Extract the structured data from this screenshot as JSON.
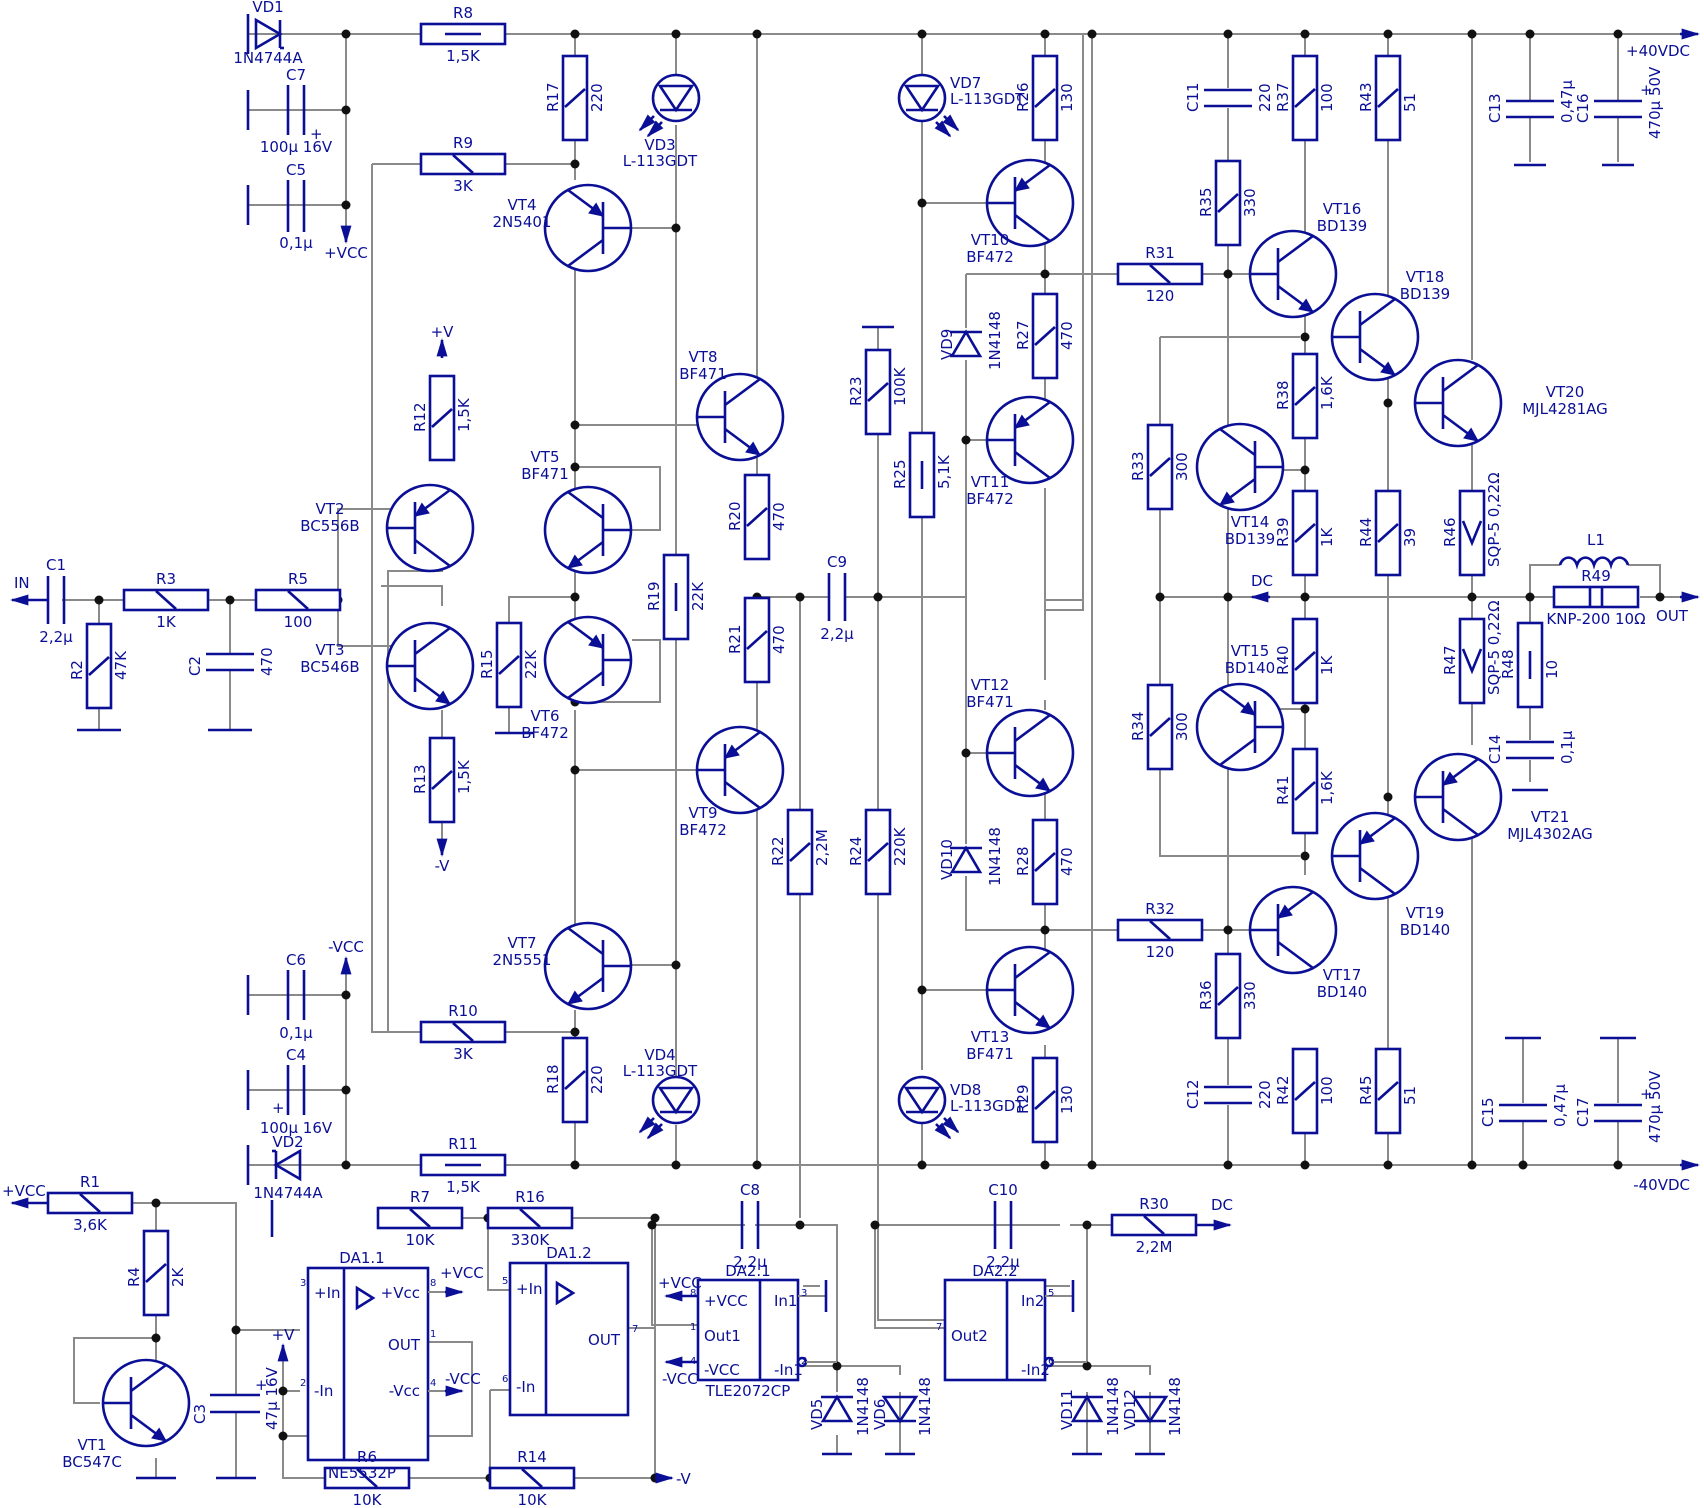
{
  "title": "Power amplifier schematic",
  "rails": {
    "pos_out": "+40VDC",
    "neg_out": "-40VDC",
    "in": "IN",
    "out": "OUT",
    "dc": "DC",
    "dc2": "DC",
    "vcc_pos": "+VCC",
    "vcc_neg": "-VCC",
    "v_pos": "+V",
    "v_neg": "-V",
    "vcc_pos_r1": "+VCC",
    "v_pos_c3": "+V",
    "v_neg_out": "-V",
    "vcc_pos_da11": "+VCC",
    "vcc_neg_da11": "-VCC",
    "vcc_pos_da21": "+VCC",
    "vcc_neg_da21": "-VCC"
  },
  "resistors": {
    "R1": {
      "ref": "R1",
      "val": "3,6K"
    },
    "R2": {
      "ref": "R2",
      "val": "47K"
    },
    "R3": {
      "ref": "R3",
      "val": "1K"
    },
    "R4": {
      "ref": "R4",
      "val": "2K"
    },
    "R5": {
      "ref": "R5",
      "val": "100"
    },
    "R6": {
      "ref": "R6",
      "val": "10K"
    },
    "R7": {
      "ref": "R7",
      "val": "10K"
    },
    "R8": {
      "ref": "R8",
      "val": "1,5K"
    },
    "R9": {
      "ref": "R9",
      "val": "3K"
    },
    "R10": {
      "ref": "R10",
      "val": "3K"
    },
    "R11": {
      "ref": "R11",
      "val": "1,5K"
    },
    "R12": {
      "ref": "R12",
      "val": "1,5K"
    },
    "R13": {
      "ref": "R13",
      "val": "1,5K"
    },
    "R14": {
      "ref": "R14",
      "val": "10K"
    },
    "R15": {
      "ref": "R15",
      "val": "22K"
    },
    "R16": {
      "ref": "R16",
      "val": "330K"
    },
    "R17": {
      "ref": "R17",
      "val": "220"
    },
    "R18": {
      "ref": "R18",
      "val": "220"
    },
    "R19": {
      "ref": "R19",
      "val": "22K"
    },
    "R20": {
      "ref": "R20",
      "val": "470"
    },
    "R21": {
      "ref": "R21",
      "val": "470"
    },
    "R22": {
      "ref": "R22",
      "val": "2,2M"
    },
    "R23": {
      "ref": "R23",
      "val": "100K"
    },
    "R24": {
      "ref": "R24",
      "val": "220K"
    },
    "R25": {
      "ref": "R25",
      "val": "5,1K"
    },
    "R26": {
      "ref": "R26",
      "val": "130"
    },
    "R27": {
      "ref": "R27",
      "val": "470"
    },
    "R28": {
      "ref": "R28",
      "val": "470"
    },
    "R29": {
      "ref": "R29",
      "val": "130"
    },
    "R30": {
      "ref": "R30",
      "val": "2,2M"
    },
    "R31": {
      "ref": "R31",
      "val": "120"
    },
    "R32": {
      "ref": "R32",
      "val": "120"
    },
    "R33": {
      "ref": "R33",
      "val": "300"
    },
    "R34": {
      "ref": "R34",
      "val": "300"
    },
    "R35": {
      "ref": "R35",
      "val": "330"
    },
    "R36": {
      "ref": "R36",
      "val": "330"
    },
    "R37": {
      "ref": "R37",
      "val": "100"
    },
    "R38": {
      "ref": "R38",
      "val": "1,6K"
    },
    "R39": {
      "ref": "R39",
      "val": "1K"
    },
    "R40": {
      "ref": "R40",
      "val": "1K"
    },
    "R41": {
      "ref": "R41",
      "val": "1,6K"
    },
    "R42": {
      "ref": "R42",
      "val": "100"
    },
    "R43": {
      "ref": "R43",
      "val": "51"
    },
    "R44": {
      "ref": "R44",
      "val": "39"
    },
    "R45": {
      "ref": "R45",
      "val": "51"
    },
    "R46": {
      "ref": "R46",
      "val": "SQP-5 0,22Ω"
    },
    "R47": {
      "ref": "R47",
      "val": "SQP-5 0,22Ω"
    },
    "R48": {
      "ref": "R48",
      "val": "10"
    },
    "R49": {
      "ref": "R49",
      "val": "KNP-200 10Ω"
    }
  },
  "capacitors": {
    "C1": {
      "ref": "C1",
      "val": "2,2µ"
    },
    "C2": {
      "ref": "C2",
      "val": "470"
    },
    "C3": {
      "ref": "C3",
      "val": "47µ 16V"
    },
    "C4": {
      "ref": "C4",
      "val": "100µ 16V"
    },
    "C5": {
      "ref": "C5",
      "val": "0,1µ"
    },
    "C6": {
      "ref": "C6",
      "val": "0,1µ"
    },
    "C7": {
      "ref": "C7",
      "val": "100µ 16V"
    },
    "C8": {
      "ref": "C8",
      "val": "2,2µ"
    },
    "C9": {
      "ref": "C9",
      "val": "2,2µ"
    },
    "C10": {
      "ref": "C10",
      "val": "2,2µ"
    },
    "C11": {
      "ref": "C11",
      "val": "220"
    },
    "C12": {
      "ref": "C12",
      "val": "220"
    },
    "C13": {
      "ref": "C13",
      "val": "0,47µ"
    },
    "C14": {
      "ref": "C14",
      "val": "0,1µ"
    },
    "C15": {
      "ref": "C15",
      "val": "0,47µ"
    },
    "C16": {
      "ref": "C16",
      "val": "470µ 50V"
    },
    "C17": {
      "ref": "C17",
      "val": "470µ 50V"
    }
  },
  "diodes": {
    "VD1": {
      "ref": "VD1",
      "val": "1N4744A"
    },
    "VD2": {
      "ref": "VD2",
      "val": "1N4744A"
    },
    "VD3": {
      "ref": "VD3",
      "val": "L-113GDT"
    },
    "VD4": {
      "ref": "VD4",
      "val": "L-113GDT"
    },
    "VD5": {
      "ref": "VD5",
      "val": "1N4148"
    },
    "VD6": {
      "ref": "VD6",
      "val": "1N4148"
    },
    "VD7": {
      "ref": "VD7",
      "val": "L-113GDT"
    },
    "VD8": {
      "ref": "VD8",
      "val": "L-113GDT"
    },
    "VD9": {
      "ref": "VD9",
      "val": "1N4148"
    },
    "VD10": {
      "ref": "VD10",
      "val": "1N4148"
    },
    "VD11": {
      "ref": "VD11",
      "val": "1N4148"
    },
    "VD12": {
      "ref": "VD12",
      "val": "1N4148"
    }
  },
  "transistors": {
    "VT1": {
      "ref": "VT1",
      "val": "BC547C"
    },
    "VT2": {
      "ref": "VT2",
      "val": "BC556B"
    },
    "VT3": {
      "ref": "VT3",
      "val": "BC546B"
    },
    "VT4": {
      "ref": "VT4",
      "val": "2N5401"
    },
    "VT5": {
      "ref": "VT5",
      "val": "BF471"
    },
    "VT6": {
      "ref": "VT6",
      "val": "BF472"
    },
    "VT7": {
      "ref": "VT7",
      "val": "2N5551"
    },
    "VT8": {
      "ref": "VT8",
      "val": "BF471"
    },
    "VT9": {
      "ref": "VT9",
      "val": "BF472"
    },
    "VT10": {
      "ref": "VT10",
      "val": "BF472"
    },
    "VT11": {
      "ref": "VT11",
      "val": "BF472"
    },
    "VT12": {
      "ref": "VT12",
      "val": "BF471"
    },
    "VT13": {
      "ref": "VT13",
      "val": "BF471"
    },
    "VT14": {
      "ref": "VT14",
      "val": "BD139"
    },
    "VT15": {
      "ref": "VT15",
      "val": "BD140"
    },
    "VT16": {
      "ref": "VT16",
      "val": "BD139"
    },
    "VT17": {
      "ref": "VT17",
      "val": "BD140"
    },
    "VT18": {
      "ref": "VT18",
      "val": "BD139"
    },
    "VT19": {
      "ref": "VT19",
      "val": "BD140"
    },
    "VT20": {
      "ref": "VT20",
      "val": "MJL4281AG"
    },
    "VT21": {
      "ref": "VT21",
      "val": "MJL4302AG"
    }
  },
  "inductors": {
    "L1": {
      "ref": "L1"
    }
  },
  "opamps": {
    "DA11": {
      "ref": "DA1.1",
      "part": "NE5532P",
      "pin_pin": "+In",
      "pin_nin": "-In",
      "pin_vp": "+Vcc",
      "pin_out": "OUT",
      "pin_vn": "-Vcc",
      "n3": "3",
      "n2": "2",
      "n8": "8",
      "n1": "1",
      "n4": "4"
    },
    "DA12": {
      "ref": "DA1.2",
      "pin_pin": "+In",
      "pin_nin": "-In",
      "pin_out": "OUT",
      "n5": "5",
      "n6": "6",
      "n7": "7"
    },
    "DA21": {
      "ref": "DA2.1",
      "part": "TLE2072CP",
      "pin_vp": "+VCC",
      "pin_out": "Out1",
      "pin_vn": "-VCC",
      "pin_in": "In1",
      "pin_nin": "-In1",
      "n8": "8",
      "n1": "1",
      "n4": "4",
      "n3": "3",
      "n2": "2"
    },
    "DA22": {
      "ref": "DA2.2",
      "pin_out": "Out2",
      "pin_in": "In2",
      "pin_nin": "-In2",
      "n7": "7",
      "n5": "5",
      "n6": "6"
    }
  },
  "polarity": "+"
}
